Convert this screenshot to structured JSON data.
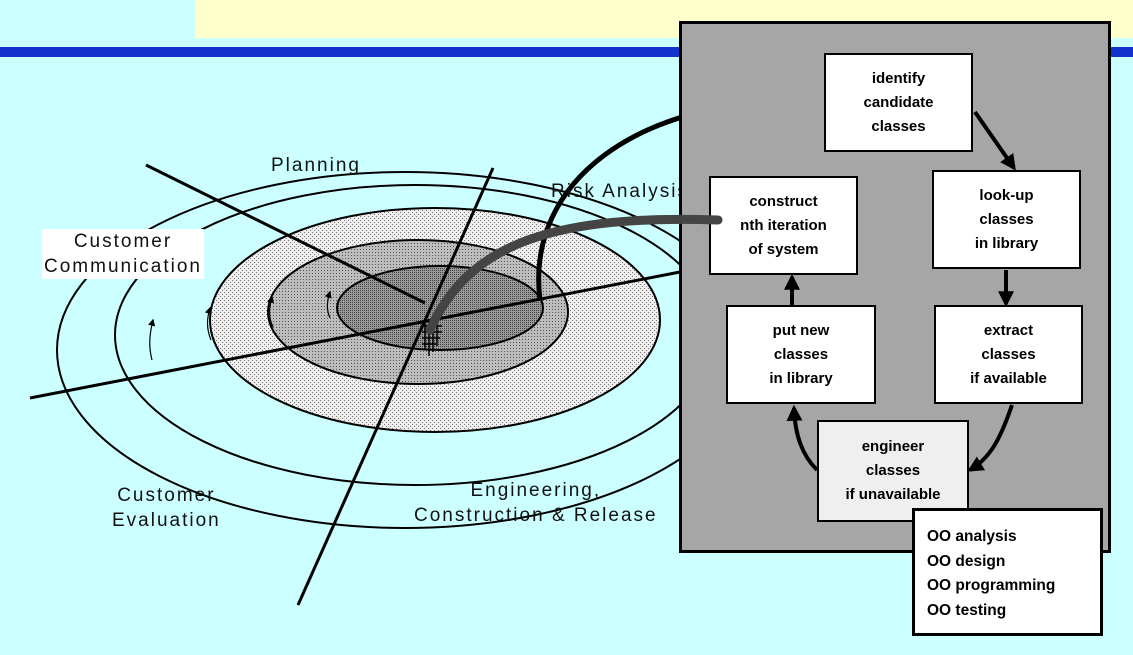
{
  "quadrants": {
    "planning": "Planning",
    "risk_analysis": "Risk Analysis",
    "customer_communication": [
      "Customer",
      "Communication"
    ],
    "customer_evaluation": [
      "Customer",
      "Evaluation"
    ],
    "engineering": [
      "Engineering,",
      "Construction & Release"
    ]
  },
  "process": {
    "identify": "identify\ncandidate\nclasses",
    "lookup": "look-up\nclasses\nin library",
    "extract": "extract\nclasses\nif available",
    "engineer": "engineer\nclasses\nif unavailable",
    "put_new": "put new\nclasses\nin library",
    "construct": "construct\nnth iteration\nof system"
  },
  "oo_activities": [
    "OO analysis",
    "OO design",
    "OO programming",
    "OO testing"
  ]
}
